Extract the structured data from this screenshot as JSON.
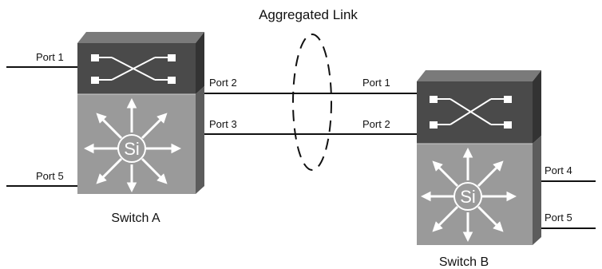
{
  "diagram": {
    "title": "Aggregated Link",
    "switch_a": {
      "name": "Switch A",
      "logo": "Si",
      "ports": {
        "p1": "Port 1",
        "p2": "Port 2",
        "p3": "Port 3",
        "p5": "Port 5"
      }
    },
    "switch_b": {
      "name": "Switch B",
      "logo": "Si",
      "ports": {
        "p1": "Port 1",
        "p2": "Port 2",
        "p4": "Port 4",
        "p5": "Port 5"
      }
    },
    "colors": {
      "switch_top": "#4a4a4a",
      "switch_body": "#9a9a9a",
      "switch_side": "#5c5c5c",
      "line": "#111111"
    }
  }
}
